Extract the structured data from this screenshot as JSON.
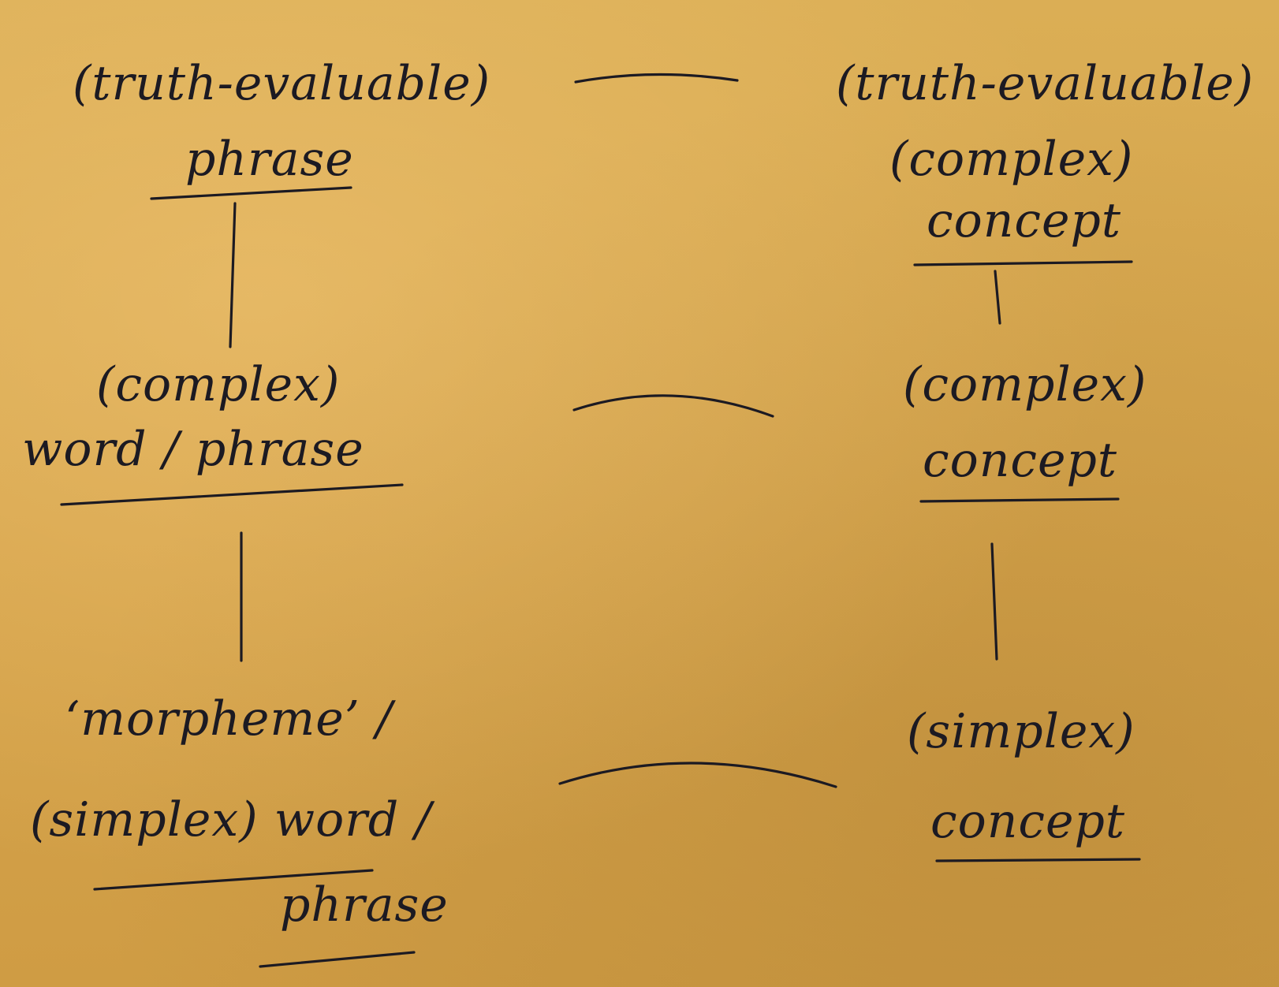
{
  "nodes": {
    "top_left": {
      "line1": "(truth-evaluable)",
      "line2": "phrase"
    },
    "top_right": {
      "line1": "(truth-evaluable)",
      "line2": "(complex)",
      "line3": "concept"
    },
    "mid_left": {
      "line1": "(complex)",
      "line2": "word / phrase"
    },
    "mid_right": {
      "line1": "(complex)",
      "line2": "concept"
    },
    "bottom_left": {
      "line1": "‘morpheme’ /",
      "line2": "(simplex) word /",
      "line3": "phrase"
    },
    "bottom_right": {
      "line1": "(simplex)",
      "line2": "concept"
    }
  },
  "colors": {
    "ink": "#1c1a22",
    "paper": "#d9a94f"
  }
}
